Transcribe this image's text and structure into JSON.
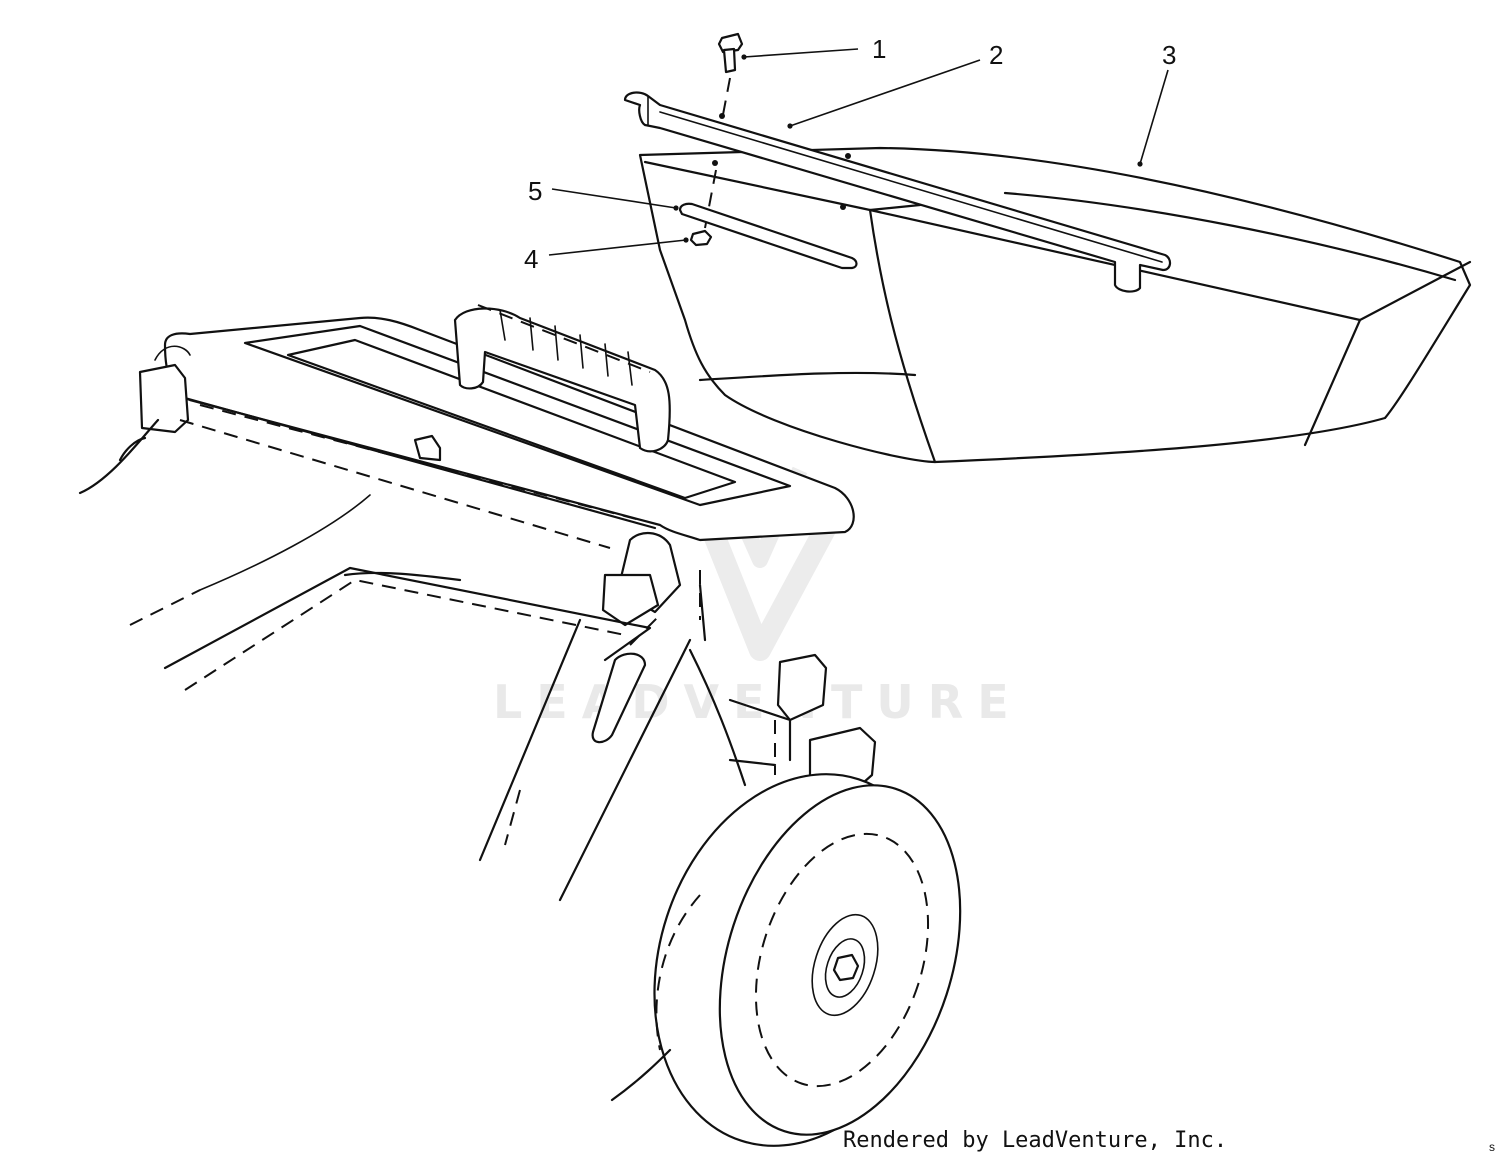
{
  "watermark": {
    "text": "LEADVENTURE"
  },
  "credit": "Rendered by LeadVenture, Inc.",
  "corner_mark": "s",
  "callouts": [
    {
      "id": "1",
      "label": "1"
    },
    {
      "id": "2",
      "label": "2"
    },
    {
      "id": "3",
      "label": "3"
    },
    {
      "id": "4",
      "label": "4"
    },
    {
      "id": "5",
      "label": "5"
    }
  ]
}
